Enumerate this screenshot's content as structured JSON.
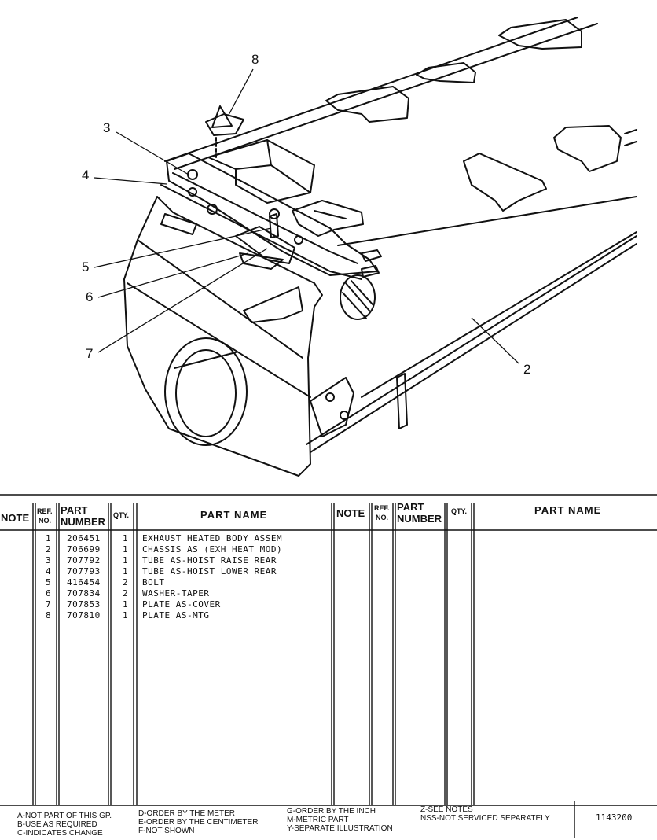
{
  "illustration": {
    "callouts": [
      "8",
      "3",
      "4",
      "5",
      "6",
      "7",
      "2"
    ]
  },
  "table": {
    "headers": {
      "note": "NOTE",
      "ref_no_1": "REF.",
      "ref_no_2": "NO.",
      "part_number_1": "PART",
      "part_number_2": "NUMBER",
      "qty": "QTY.",
      "part_name": "PART NAME"
    },
    "rows": [
      {
        "ref": "1",
        "part_number": "206451",
        "qty": "1",
        "name": "EXHAUST HEATED BODY ASSEM"
      },
      {
        "ref": "2",
        "part_number": "706699",
        "qty": "1",
        "name": "CHASSIS AS (EXH HEAT MOD)"
      },
      {
        "ref": "3",
        "part_number": "707792",
        "qty": "1",
        "name": "TUBE AS-HOIST RAISE REAR"
      },
      {
        "ref": "4",
        "part_number": "707793",
        "qty": "1",
        "name": "TUBE AS-HOIST LOWER REAR"
      },
      {
        "ref": "5",
        "part_number": "416454",
        "qty": "2",
        "name": "BOLT"
      },
      {
        "ref": "6",
        "part_number": "707834",
        "qty": "2",
        "name": "WASHER-TAPER"
      },
      {
        "ref": "7",
        "part_number": "707853",
        "qty": "1",
        "name": "PLATE AS-COVER"
      },
      {
        "ref": "8",
        "part_number": "707810",
        "qty": "1",
        "name": "PLATE AS-MTG"
      }
    ]
  },
  "footer": {
    "col1": [
      "A-NOT PART OF THIS GP.",
      "B-USE AS REQUIRED",
      "C-INDICATES CHANGE"
    ],
    "col2": [
      "D-ORDER BY THE METER",
      "E-ORDER BY THE CENTIMETER",
      "F-NOT SHOWN"
    ],
    "col3": [
      "G-ORDER BY THE INCH",
      "M-METRIC PART",
      "Y-SEPARATE ILLUSTRATION"
    ],
    "col4": [
      "Z-SEE NOTES",
      "NSS-NOT SERVICED SEPARATELY"
    ],
    "doc_id": "1143200"
  }
}
